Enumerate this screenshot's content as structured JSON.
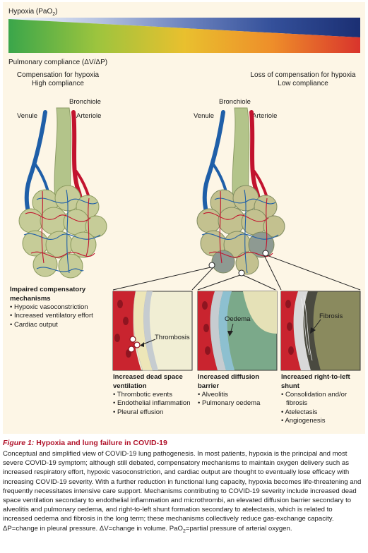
{
  "gradient": {
    "top_label": "Hypoxia (PaO",
    "top_sub": "2",
    "top_close": ")",
    "bottom_label": "Pulmonary compliance (ΔV/ΔP)",
    "hypoxia_colors": [
      "#f2f5fb",
      "#b7c4e2",
      "#6d84bf",
      "#34509a",
      "#1b2f73"
    ],
    "compliance_colors": [
      "#3aa64a",
      "#9cc43e",
      "#e9c02e",
      "#ee8e2a",
      "#d9342c"
    ]
  },
  "left_state": {
    "line1": "Compensation for hypoxia",
    "line2": "High compliance"
  },
  "right_state": {
    "line1": "Loss of compensation for hypoxia",
    "line2": "Low compliance"
  },
  "vessel_labels": {
    "venule": "Venule",
    "bronchiole": "Bronchiole",
    "arteriole": "Arteriole"
  },
  "colors": {
    "venule": "#1f5fa8",
    "arteriole": "#c2132e",
    "bronchiole": "#b3c48a",
    "alveoli": "#c6cc98",
    "caption_red": "#b0122a"
  },
  "impaired": {
    "title": "Impaired compensatory mechanisms",
    "items": [
      "Hypoxic vasoconstriction",
      "Increased ventilatory effort",
      "Cardiac output"
    ]
  },
  "panels": [
    {
      "label": "Thrombosis",
      "title_line1": "Increased dead space",
      "title_line2": "ventilation",
      "items": [
        "Thrombotic events",
        "Endothelial inflammation",
        "Pleural effusion"
      ]
    },
    {
      "label": "Oedema",
      "title_line1": "Increased diffusion",
      "title_line2": "barrier",
      "items": [
        "Alveolitis",
        "Pulmonary oedema"
      ]
    },
    {
      "label": "Fibrosis",
      "title_line1": "Increased right-to-left",
      "title_line2": "shunt",
      "items": [
        "Consolidation and/or fibrosis",
        "Atelectasis",
        "Angiogenesis"
      ]
    }
  ],
  "caption": {
    "figure_label": "Figure 1:",
    "title": "Hypoxia and lung failure in COVID-19",
    "body_part1": "Conceptual and simplified view of COVID-19 lung pathogenesis. In most patients, hypoxia is the principal and most severe COVID-19 symptom; although still debated, compensatory mechanisms to maintain oxygen delivery such as increased respiratory effort, hypoxic vasoconstriction, and cardiac output are thought to eventually lose efficacy with increasing COVID-19 severity. With a further reduction in functional lung capacity, hypoxia becomes life-threatening and frequently necessitates intensive care support. Mechanisms contributing to COVID-19 severity include increased dead space ventilation secondary to endothelial inflammation and microthrombi, an elevated diffusion barrier secondary to alveolitis and pulmonary oedema, and right-to-left shunt formation secondary to atelectasis, which is related to increased oedema and fibrosis in the long term; these mechanisms collectively reduce gas-exchange capacity. ΔP=change in pleural pressure. ΔV=change in volume. PaO",
    "body_sub": "2",
    "body_part2": "=partial pressure of arterial oxygen."
  }
}
